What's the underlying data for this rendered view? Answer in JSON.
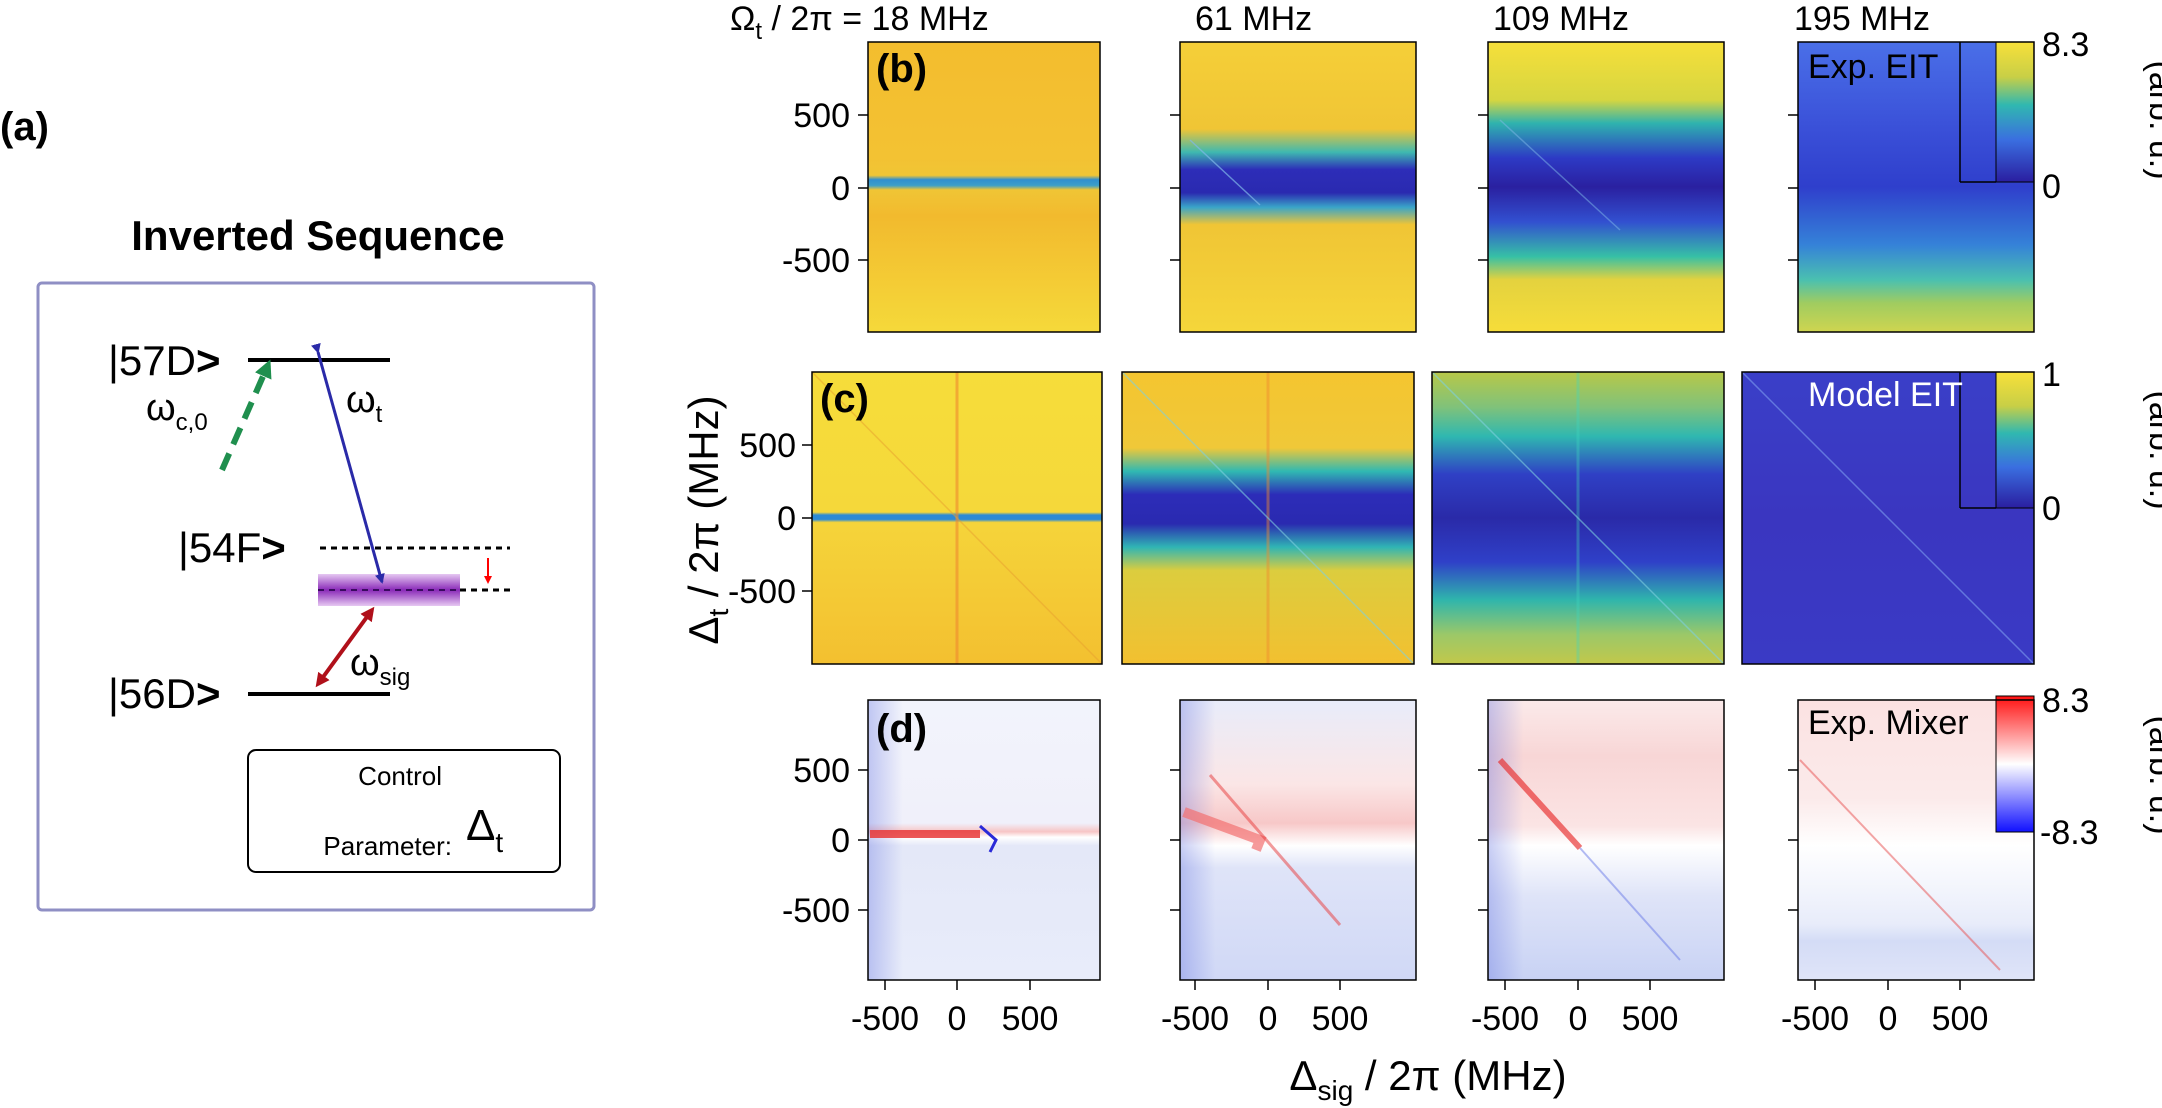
{
  "panel_a": {
    "label": "(a)",
    "title": "Inverted Sequence",
    "states": [
      {
        "ket": "|57D",
        "suffix": ">"
      },
      {
        "ket": "|54F",
        "suffix": ">"
      },
      {
        "ket": "|56D",
        "suffix": ">"
      }
    ],
    "omega_c": {
      "base": "ω",
      "sub": "c,0"
    },
    "omega_t": {
      "base": "ω",
      "sub": "t"
    },
    "omega_sig": {
      "base": "ω",
      "sub": "sig"
    },
    "control_line1": "Control",
    "control_line2": "Parameter:",
    "control_symbol": {
      "base": "Δ",
      "sub": "t"
    },
    "colors": {
      "box": "#8f8fc4",
      "coupling": "#1f8f4e",
      "tuning": "#2a2aa8",
      "signal": "#b0101a",
      "detuning": "#ff0000",
      "dressed": "#6a1aa0"
    }
  },
  "header": {
    "rabi_prefix_base": "Ω",
    "rabi_prefix_sub": "t",
    "rabi_prefix_rest": " / 2π = 18 MHz",
    "columns": [
      "61 MHz",
      "109 MHz",
      "195 MHz"
    ]
  },
  "rows": [
    {
      "label": "(b)",
      "tag": "Exp. EIT",
      "colorbar_max": "8.3",
      "colorbar_min": "0",
      "unit": "(arb. u.)"
    },
    {
      "label": "(c)",
      "tag": "Model EIT",
      "colorbar_max": "1",
      "colorbar_min": "0",
      "unit": "(arb. u.)"
    },
    {
      "label": "(d)",
      "tag": "Exp. Mixer",
      "colorbar_max": "8.3",
      "colorbar_min": "-8.3",
      "unit": "(arb. u.)"
    }
  ],
  "axes": {
    "y_ticks": [
      "500",
      "0",
      "-500"
    ],
    "x_ticks": [
      "-500",
      "0",
      "500"
    ],
    "ylabel": {
      "base": "Δ",
      "sub": "t",
      "rest": " / 2π (MHz)"
    },
    "xlabel": {
      "base": "Δ",
      "sub": "sig",
      "rest": " / 2π (MHz)"
    }
  },
  "chart_data": {
    "type": "heatmap",
    "x_range": [
      -600,
      1000
    ],
    "y_range": [
      -1000,
      1000
    ],
    "rabi_frequencies_MHz": [
      18,
      61,
      109,
      195
    ]
  }
}
